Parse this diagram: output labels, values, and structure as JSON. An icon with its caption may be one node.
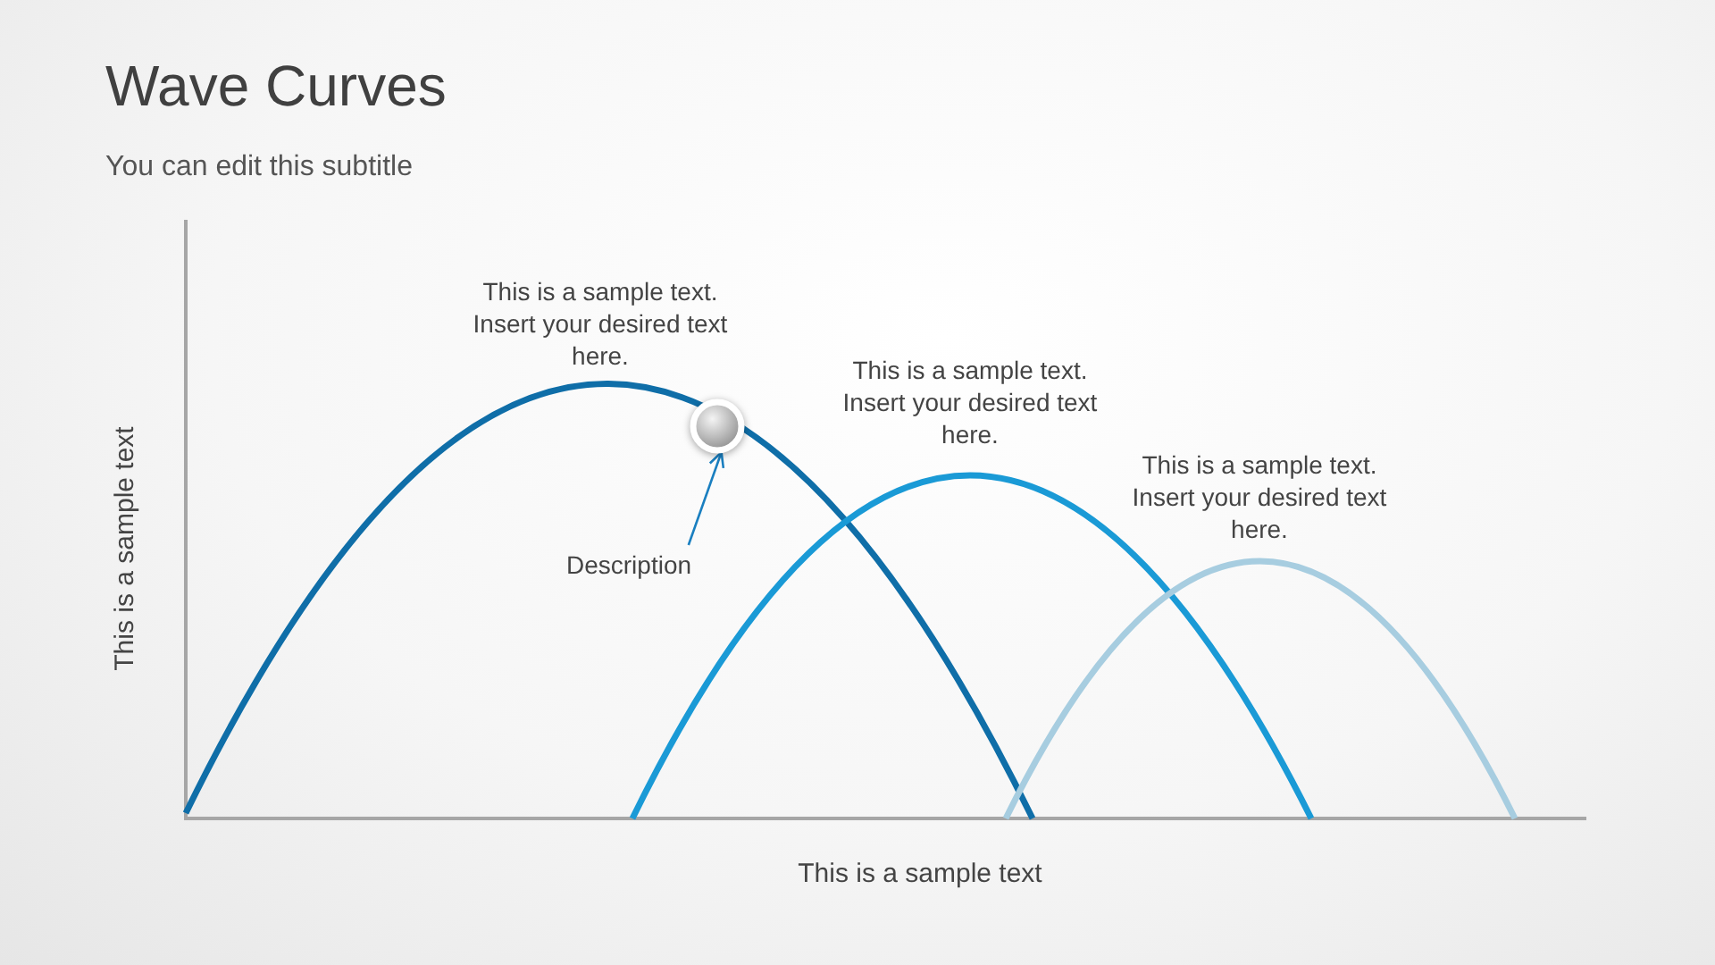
{
  "diagram": {
    "title": "Wave Curves",
    "nodes": [
      {
        "text": [
          "Description"
        ]
      },
      {
        "text": [],
        "shape": "circle"
      }
    ],
    "edges": [
      {
        "from": 0,
        "to": 1,
        "arrow": "to"
      }
    ],
    "labels": [
      "You can edit this subtitle",
      "This is a sample text. Insert your desired text here.",
      "This is a sample text. Insert your desired text here.",
      "This is a sample text. Insert your desired text here.",
      "This is a sample text",
      "This is a sample text"
    ]
  }
}
